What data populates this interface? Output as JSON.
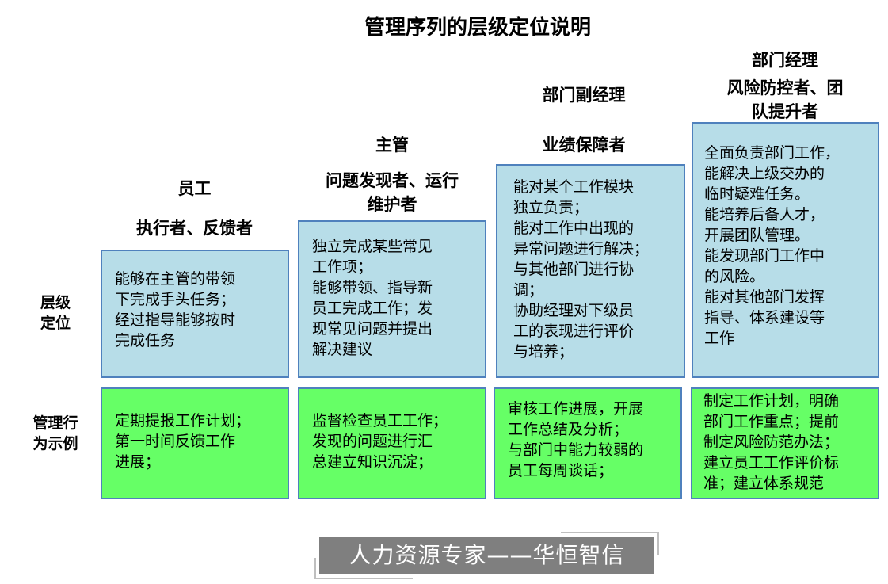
{
  "title": "管理序列的层级定位说明",
  "row_labels": {
    "level": "层级\n定位",
    "behavior": "管理行\n为示例"
  },
  "columns": [
    {
      "name": "员工",
      "role": "执行者、反馈者",
      "level": "能够在主管的带领\n下完成手头任务；\n经过指导能够按时\n完成任务",
      "behavior": "定期提报工作计划；\n第一时间反馈工作\n进展；"
    },
    {
      "name": "主管",
      "role": "问题发现者、运行\n维护者",
      "level": "独立完成某些常见\n工作项；\n能够带领、指导新\n员工完成工作；发\n现常见问题并提出\n解决建议",
      "behavior": "监督检查员工工作；\n发现的问题进行汇\n总建立知识沉淀；"
    },
    {
      "name": "部门副经理",
      "role": "业绩保障者",
      "level": "能对某个工作模块\n独立负责；\n能对工作中出现的\n异常问题进行解决；\n与其他部门进行协\n调；\n协助经理对下级员\n工的表现进行评价\n与培养；",
      "behavior": "审核工作进展，开展\n工作总结及分析；\n与部门中能力较弱的\n员工每周谈话；"
    },
    {
      "name": "部门经理",
      "role": "风险防控者、团\n队提升者",
      "level": "全面负责部门工作，\n能解决上级交办的\n临时疑难任务。\n能培养后备人才，\n开展团队管理。\n能发现部门工作中\n的风险。\n能对其他部门发挥\n指导、体系建设等\n工作",
      "behavior": "制定工作计划，明确\n部门工作重点；提前\n制定风险防范办法；\n建立员工工作评价标\n准；建立体系规范"
    }
  ],
  "footer": "人力资源专家——华恒智信"
}
